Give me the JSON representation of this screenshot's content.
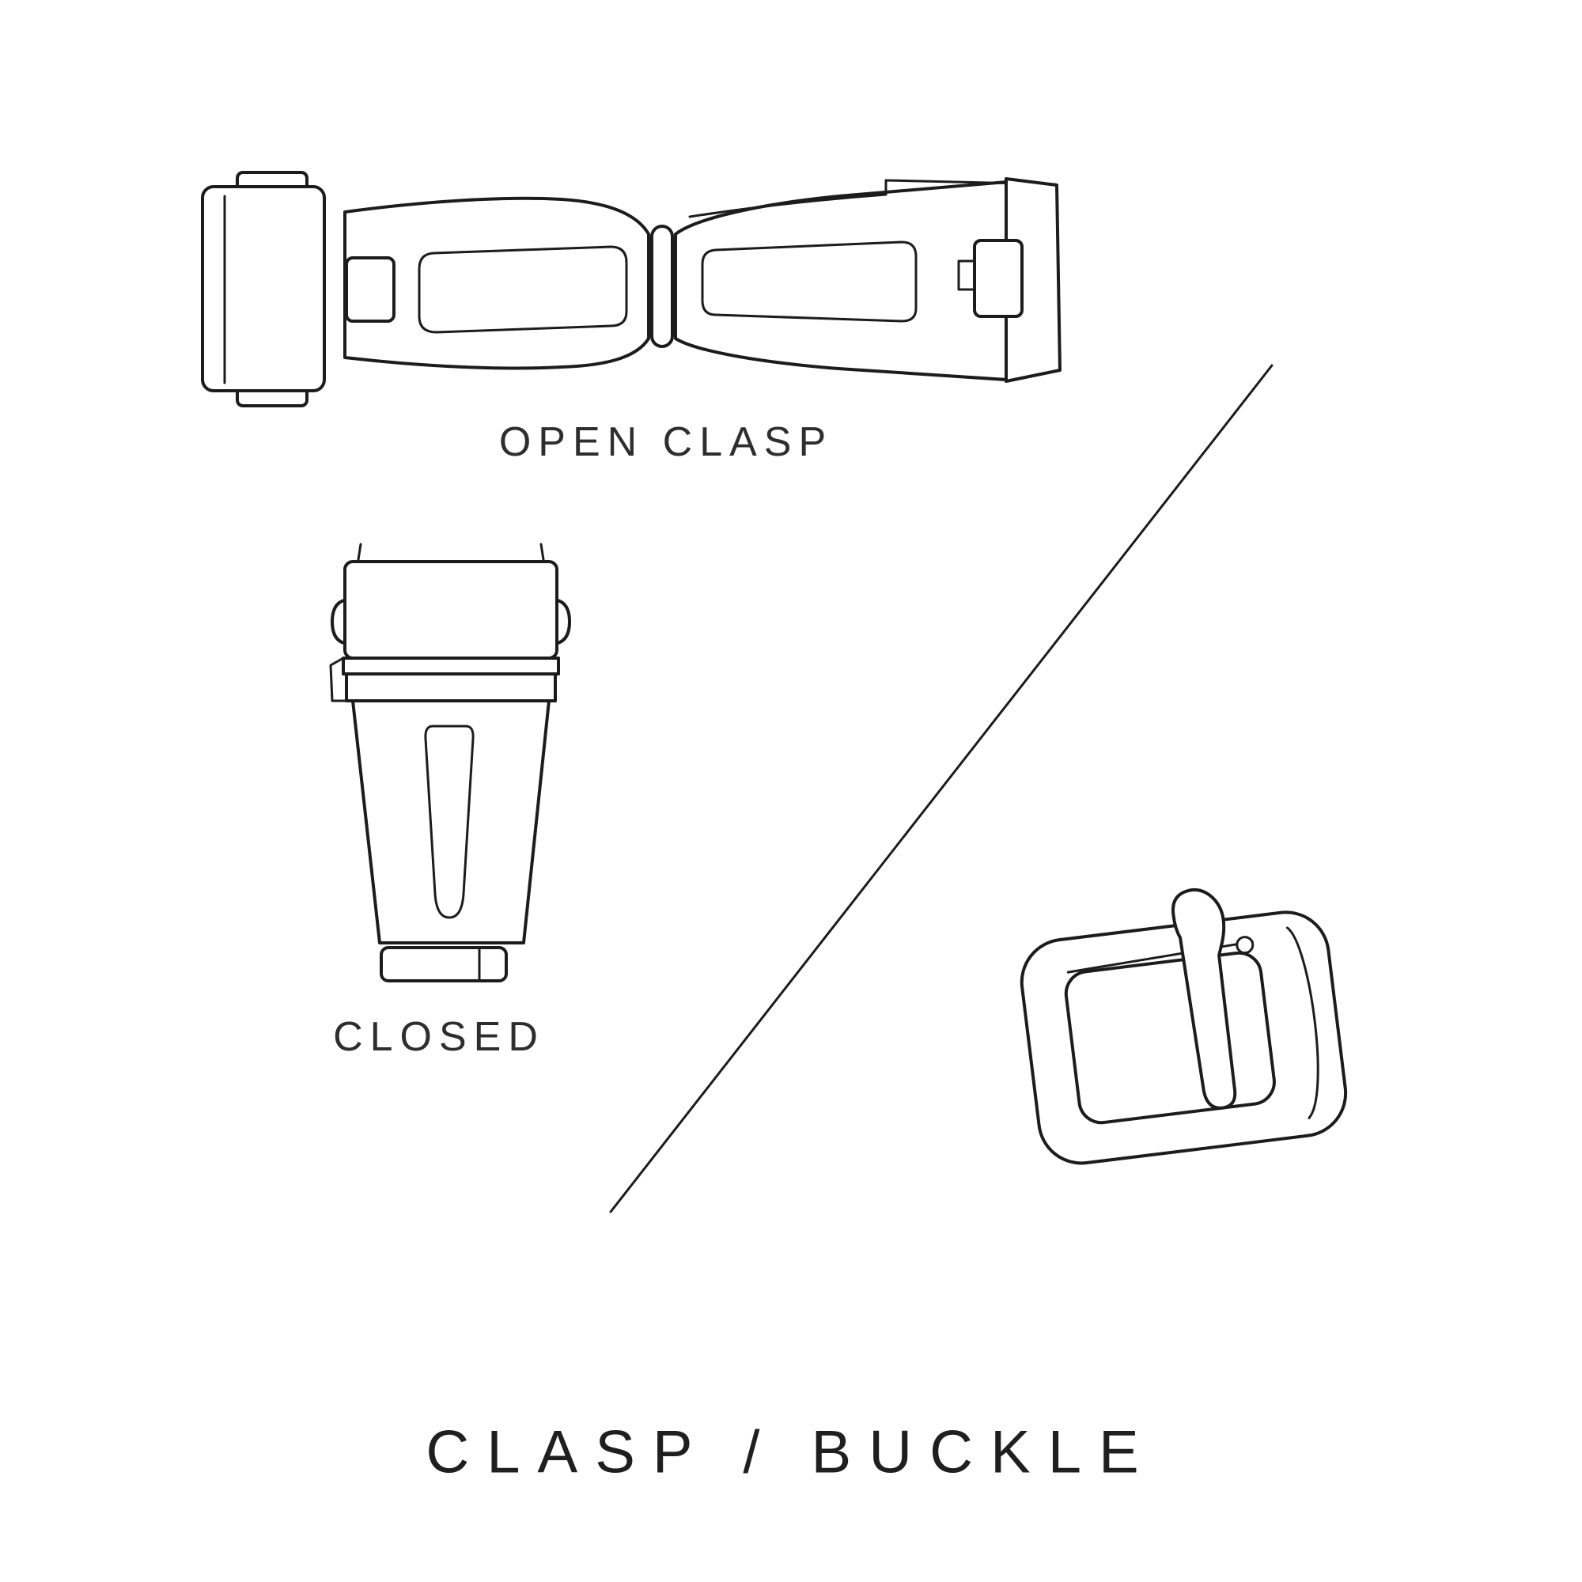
{
  "page": {
    "background_color": "#ffffff",
    "stroke_color": "#1c1c1c",
    "text_color": "#2e2e2e"
  },
  "labels": {
    "open_clasp": "OPEN CLASP",
    "closed": "CLOSED"
  },
  "title": "CLASP / BUCKLE",
  "illustrations": [
    {
      "name": "open-clasp",
      "caption": "OPEN CLASP"
    },
    {
      "name": "closed-clasp",
      "caption": "CLOSED"
    },
    {
      "name": "tang-buckle",
      "caption": ""
    }
  ]
}
